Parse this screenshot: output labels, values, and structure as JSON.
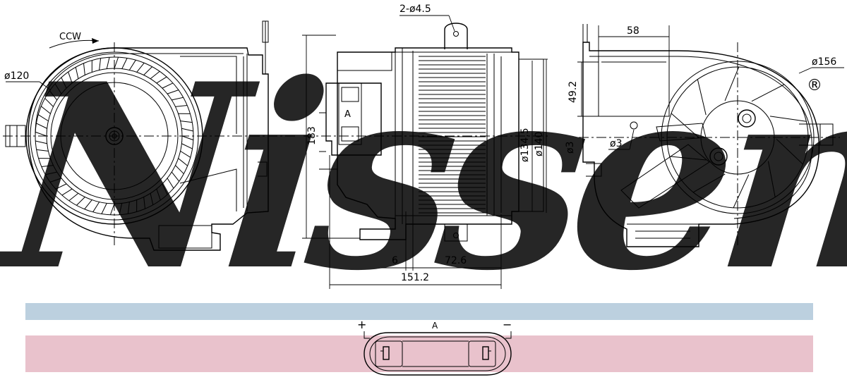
{
  "brand": {
    "watermark": "Nissens",
    "registered_mark": "®",
    "watermark_color": "#b7cbdc"
  },
  "colors": {
    "blue_band": "#bcd0df",
    "pink_band": "#e9c2cc",
    "line": "#000000"
  },
  "front_view": {
    "rotation_label": "CCW",
    "diameter_label": "ø120"
  },
  "side_view": {
    "hole_label": "2-ø4.5",
    "height_label": "183",
    "connector_label": "A",
    "diameter_inner_label": "ø134.5",
    "diameter_outer_label": "ø140",
    "offset_label": "6",
    "depth_label": "72.6",
    "width_label": "151.2"
  },
  "rear_view": {
    "width_label": "58",
    "height_label": "49.2",
    "diameter_label": "ø156",
    "hole_label_a": "ø3",
    "hole_label_b": "ø3"
  },
  "connector_detail": {
    "title": "A",
    "plus_label": "+",
    "minus_label": "−"
  }
}
